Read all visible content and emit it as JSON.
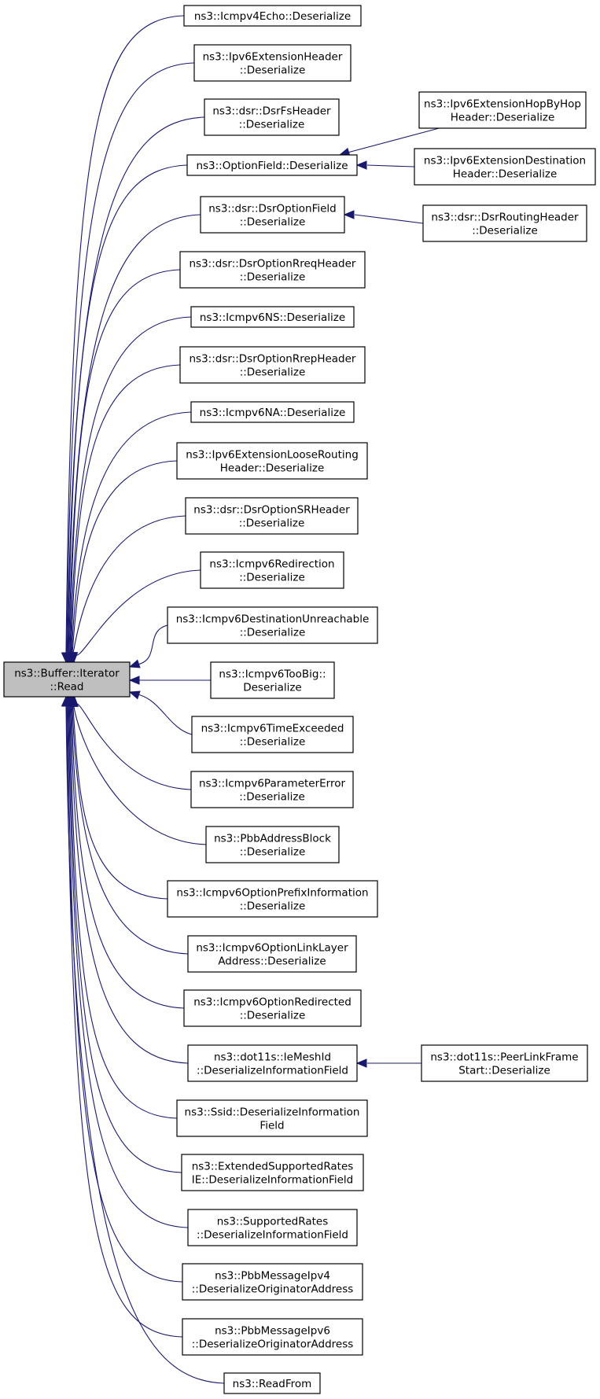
{
  "graph": {
    "root": {
      "id": "root",
      "lines": [
        "ns3::Buffer::Iterator",
        "::Read"
      ]
    },
    "callers": [
      {
        "id": "n1",
        "lines": [
          "ns3::Icmpv4Echo::Deserialize"
        ]
      },
      {
        "id": "n2",
        "lines": [
          "ns3::Ipv6ExtensionHeader",
          "::Deserialize"
        ]
      },
      {
        "id": "n3",
        "lines": [
          "ns3::dsr::DsrFsHeader",
          "::Deserialize"
        ]
      },
      {
        "id": "n4",
        "lines": [
          "ns3::OptionField::Deserialize"
        ]
      },
      {
        "id": "n5",
        "lines": [
          "ns3::dsr::DsrOptionField",
          "::Deserialize"
        ]
      },
      {
        "id": "n6",
        "lines": [
          "ns3::dsr::DsrOptionRreqHeader",
          "::Deserialize"
        ]
      },
      {
        "id": "n7",
        "lines": [
          "ns3::Icmpv6NS::Deserialize"
        ]
      },
      {
        "id": "n8",
        "lines": [
          "ns3::dsr::DsrOptionRrepHeader",
          "::Deserialize"
        ]
      },
      {
        "id": "n9",
        "lines": [
          "ns3::Icmpv6NA::Deserialize"
        ]
      },
      {
        "id": "n10",
        "lines": [
          "ns3::Ipv6ExtensionLooseRouting",
          "Header::Deserialize"
        ]
      },
      {
        "id": "n11",
        "lines": [
          "ns3::dsr::DsrOptionSRHeader",
          "::Deserialize"
        ]
      },
      {
        "id": "n12",
        "lines": [
          "ns3::Icmpv6Redirection",
          "::Deserialize"
        ]
      },
      {
        "id": "n13",
        "lines": [
          "ns3::Icmpv6DestinationUnreachable",
          "::Deserialize"
        ]
      },
      {
        "id": "n14",
        "lines": [
          "ns3::Icmpv6TooBig::",
          "Deserialize"
        ]
      },
      {
        "id": "n15",
        "lines": [
          "ns3::Icmpv6TimeExceeded",
          "::Deserialize"
        ]
      },
      {
        "id": "n16",
        "lines": [
          "ns3::Icmpv6ParameterError",
          "::Deserialize"
        ]
      },
      {
        "id": "n17",
        "lines": [
          "ns3::PbbAddressBlock",
          "::Deserialize"
        ]
      },
      {
        "id": "n18",
        "lines": [
          "ns3::Icmpv6OptionPrefixInformation",
          "::Deserialize"
        ]
      },
      {
        "id": "n19",
        "lines": [
          "ns3::Icmpv6OptionLinkLayer",
          "Address::Deserialize"
        ]
      },
      {
        "id": "n20",
        "lines": [
          "ns3::Icmpv6OptionRedirected",
          "::Deserialize"
        ]
      },
      {
        "id": "n21",
        "lines": [
          "ns3::dot11s::IeMeshId",
          "::DeserializeInformationField"
        ]
      },
      {
        "id": "n22",
        "lines": [
          "ns3::Ssid::DeserializeInformation",
          "Field"
        ]
      },
      {
        "id": "n23",
        "lines": [
          "ns3::ExtendedSupportedRates",
          "IE::DeserializeInformationField"
        ]
      },
      {
        "id": "n24",
        "lines": [
          "ns3::SupportedRates",
          "::DeserializeInformationField"
        ]
      },
      {
        "id": "n25",
        "lines": [
          "ns3::PbbMessageIpv4",
          "::DeserializeOriginatorAddress"
        ]
      },
      {
        "id": "n26",
        "lines": [
          "ns3::PbbMessageIpv6",
          "::DeserializeOriginatorAddress"
        ]
      },
      {
        "id": "n27",
        "lines": [
          "ns3::ReadFrom"
        ]
      }
    ],
    "secondary": [
      {
        "id": "s1",
        "target": "n4",
        "lines": [
          "ns3::Ipv6ExtensionHopByHop",
          "Header::Deserialize"
        ]
      },
      {
        "id": "s2",
        "target": "n4",
        "lines": [
          "ns3::Ipv6ExtensionDestination",
          "Header::Deserialize"
        ]
      },
      {
        "id": "s3",
        "target": "n5",
        "lines": [
          "ns3::dsr::DsrRoutingHeader",
          "::Deserialize"
        ]
      },
      {
        "id": "s4",
        "target": "n21",
        "lines": [
          "ns3::dot11s::PeerLinkFrame",
          "Start::Deserialize"
        ]
      }
    ],
    "colors": {
      "edge": "#191970",
      "root_fill": "#bfbfbf",
      "node_border": "#000000"
    }
  }
}
